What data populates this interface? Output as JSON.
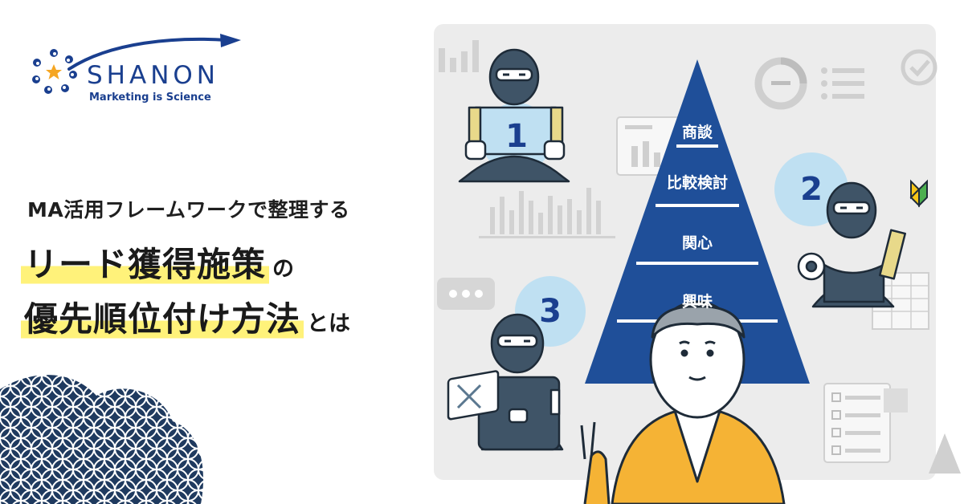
{
  "brand": {
    "name": "SHANON",
    "tagline": "Marketing is Science"
  },
  "headline": {
    "subtitle": "MA活用フレームワークで整理する",
    "line1_highlight": "リード獲得施策",
    "line1_suffix": "の",
    "line2_highlight": "優先順位付け方法",
    "line2_suffix": "とは"
  },
  "pyramid": {
    "tiers": [
      "商談",
      "比較検討",
      "関心",
      "興味"
    ]
  },
  "badges": [
    "1",
    "2",
    "3"
  ],
  "colors": {
    "brand_blue": "#1a3f8f",
    "pyramid_blue": "#1f4f99",
    "highlight_yellow": "#fff27a",
    "badge_light_blue": "#bfe0f2",
    "ninja_navy": "#3f5467",
    "jacket_yellow": "#f5b335",
    "panel_gray": "#ececec"
  }
}
